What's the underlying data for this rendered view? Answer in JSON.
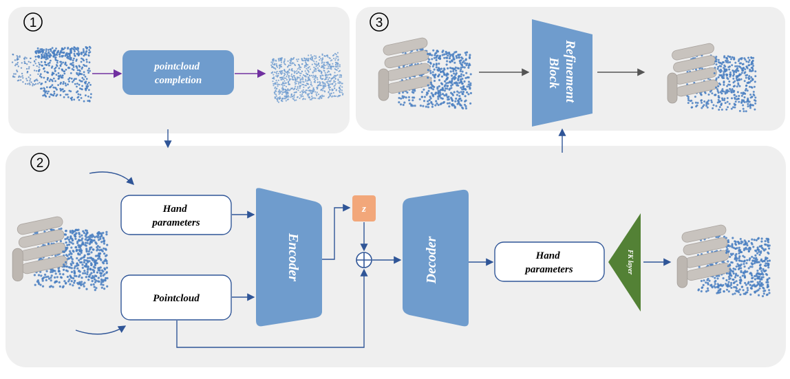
{
  "panels": {
    "step1_marker": "①",
    "step2_marker": "②",
    "step3_marker": "③"
  },
  "panel1": {
    "completion_box": "pointcloud completion",
    "completion_lines": [
      "pointcloud",
      "completion"
    ]
  },
  "panel3": {
    "refinement_lines": [
      "Refinement",
      "Block"
    ]
  },
  "panel2": {
    "hand_params_in_lines": [
      "Hand",
      "parameters"
    ],
    "pointcloud_in": "Pointcloud",
    "encoder": "Encoder",
    "latent": "z",
    "decoder": "Decoder",
    "hand_params_out_lines": [
      "Hand",
      "parameters"
    ],
    "fk_layer": "FK layer"
  },
  "colors": {
    "panel_bg": "#efefef",
    "block_blue": "#6f9ccd",
    "latent_orange": "#f2a77a",
    "fk_green": "#538135",
    "arrow_blue": "#2f5597",
    "arrow_purple": "#7030a0",
    "point_blue": "#4a7fc1",
    "hand_gray": "#c8c3be"
  },
  "icons": {
    "sum_node": "circle-plus-icon",
    "hand_model": "robot-hand-icon",
    "point_cloud": "point-cloud-icon"
  }
}
